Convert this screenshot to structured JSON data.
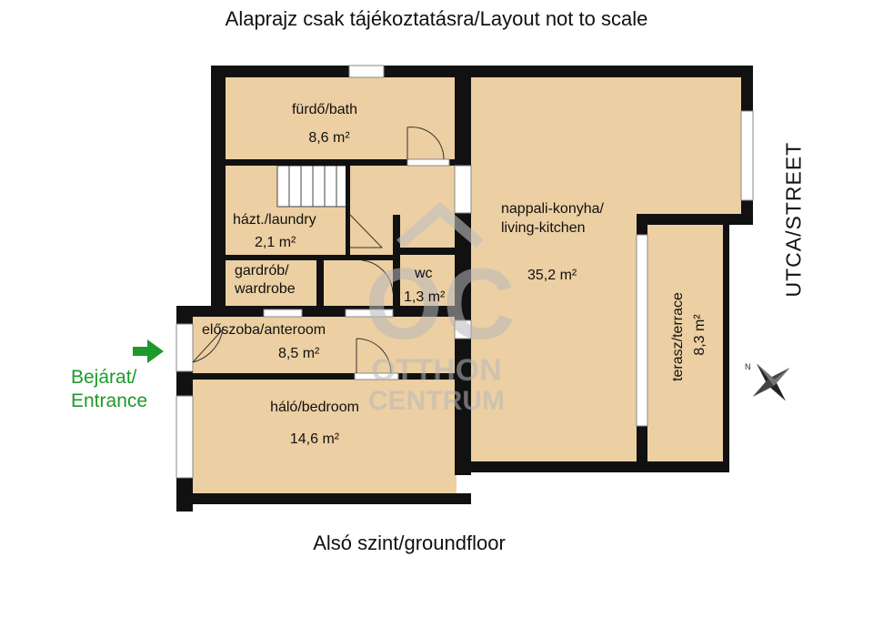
{
  "title": "Alaprajz csak tájékoztatásra/Layout not to scale",
  "subtitle": "Alsó szint/groundfloor",
  "street_label": "UTCA/STREET",
  "entrance": {
    "line1": "Bejárat/",
    "line2": "Entrance"
  },
  "compass_label": "N",
  "watermark": {
    "monogram": "OC",
    "line1": "OTTHON",
    "line2": "CENTRUM"
  },
  "colors": {
    "floor": "#eccfa2",
    "wall": "#111111",
    "entrance": "#1d9a2a",
    "window": "#ffffff"
  },
  "rooms": [
    {
      "name": "fürdő/bath",
      "area": "8,6 m²"
    },
    {
      "name1": "házt./laundry",
      "area": "2,1 m²"
    },
    {
      "name1": "gardrób/",
      "name2": "wardrobe"
    },
    {
      "name": "wc",
      "area": "1,3 m²"
    },
    {
      "name": "előszoba/anteroom",
      "area": "8,5 m²"
    },
    {
      "name": "háló/bedroom",
      "area": "14,6 m²"
    },
    {
      "name1": "nappali-konyha/",
      "name2": "living-kitchen",
      "area": "35,2 m²"
    },
    {
      "name": "terasz/terrace",
      "area": "8,3 m²"
    }
  ]
}
